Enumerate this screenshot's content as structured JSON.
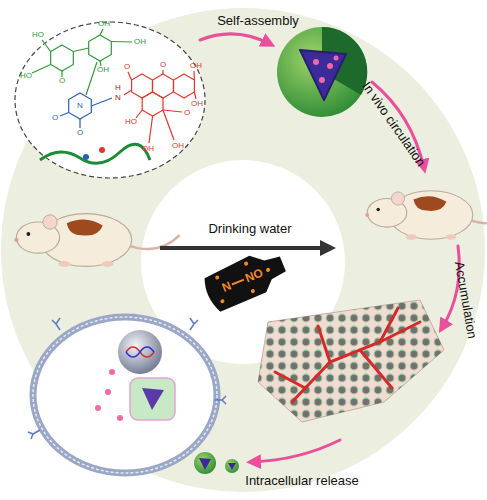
{
  "diagram": {
    "nodes": [
      {
        "text": [
          "N",
          "NO"
        ]
      }
    ],
    "labels": [
      "Self-assembly",
      "In vivo circulation",
      "Accumulation",
      "Intracellular release",
      "Drinking water",
      "OH",
      "OH",
      "HO",
      "O",
      "OH",
      "HO",
      "O",
      "O",
      "N",
      "H",
      "N",
      "O",
      "O",
      "OH",
      "OH",
      "HO",
      "O",
      "OH",
      "OH"
    ]
  }
}
